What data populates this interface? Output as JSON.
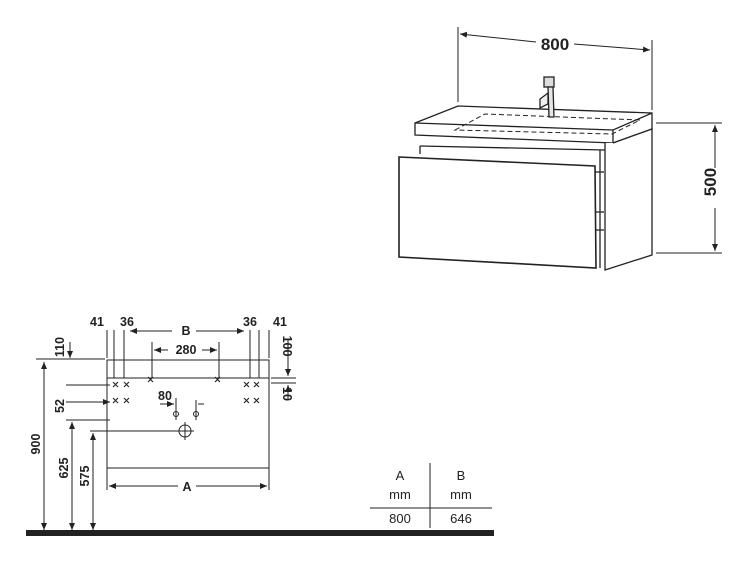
{
  "product_view": {
    "width_label": "800",
    "height_label": "500"
  },
  "plan": {
    "top_dims": [
      "41",
      "36",
      "B",
      "36",
      "41"
    ],
    "dim_280": "280",
    "dim_80": "80",
    "left_110": "110",
    "left_52": "52",
    "left_900": "900",
    "left_625": "625",
    "left_575": "575",
    "right_100": "100",
    "right_10": "10",
    "bottom_A": "A"
  },
  "dimension_table": {
    "headers": [
      "A",
      "B"
    ],
    "units": [
      "mm",
      "mm"
    ],
    "values": [
      "800",
      "646"
    ]
  }
}
